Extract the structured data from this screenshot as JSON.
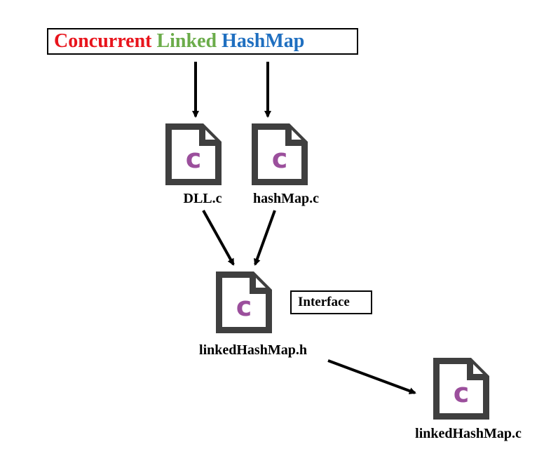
{
  "title": {
    "words": [
      {
        "text": "Concurrent",
        "color": "#e8141c"
      },
      {
        "text": "Linked",
        "color": "#6bac4a"
      },
      {
        "text": "HashMap",
        "color": "#1f6fc0"
      }
    ]
  },
  "files": {
    "dll": {
      "label": "DLL.c",
      "icon": "c-source-file-icon"
    },
    "hashmap": {
      "label": "hashMap.c",
      "icon": "c-source-file-icon"
    },
    "header": {
      "label": "linkedHashMap.h",
      "icon": "c-header-file-icon"
    },
    "impl": {
      "label": "linkedHashMap.c",
      "icon": "c-source-file-icon"
    }
  },
  "interface_label": "Interface",
  "colors": {
    "icon_body": "#3f3f3f",
    "icon_letter": "#9b4f9c",
    "arrow": "#000000"
  }
}
